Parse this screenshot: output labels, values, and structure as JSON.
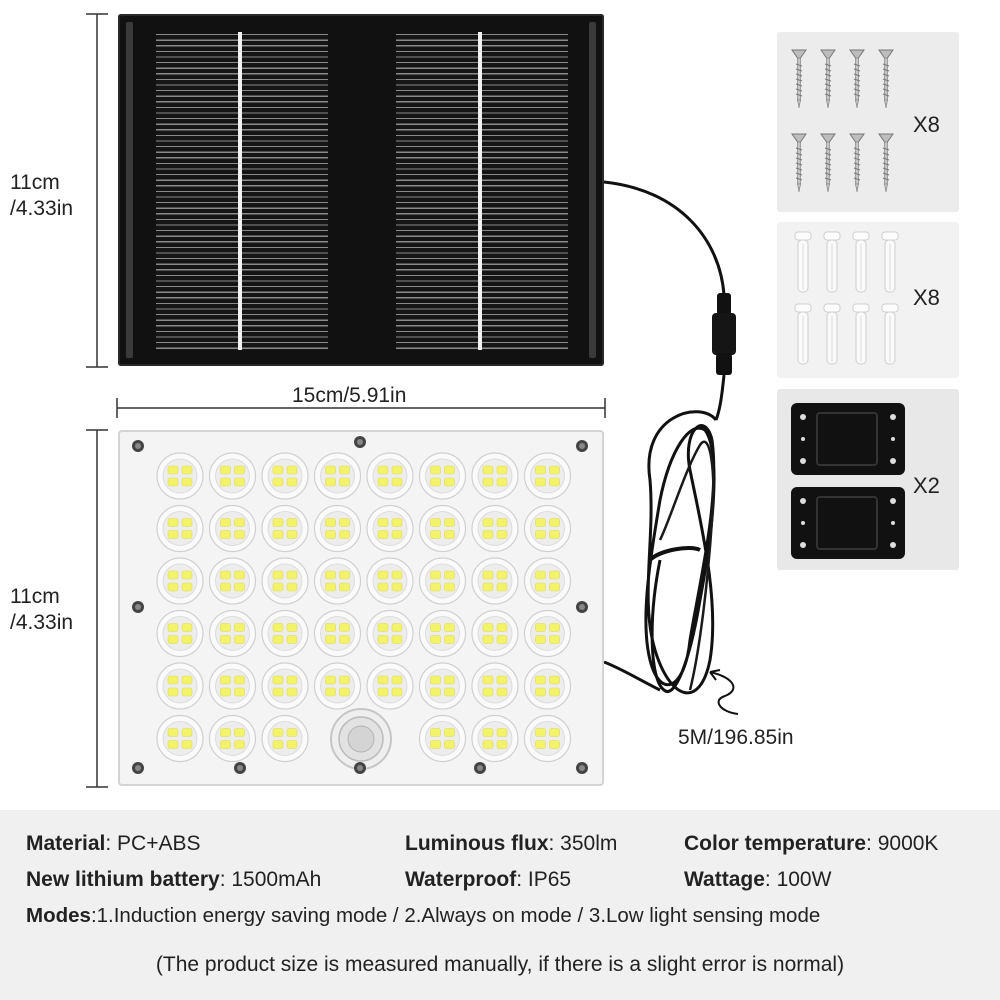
{
  "dimensions": {
    "panel_height": [
      "11cm",
      "/4.33in"
    ],
    "width": "15cm/5.91in",
    "light_height": [
      "11cm",
      "/4.33in"
    ],
    "cable_length": "5M/196.85in"
  },
  "accessories": [
    {
      "name": "screws",
      "quantity": "X8"
    },
    {
      "name": "wall-plugs",
      "quantity": "X8"
    },
    {
      "name": "mounting-brackets",
      "quantity": "X2"
    }
  ],
  "specs": {
    "material": {
      "label": "Material",
      "value": ": PC+ABS"
    },
    "luminous_flux": {
      "label": "Luminous flux",
      "value": ": 350lm"
    },
    "color_temperature": {
      "label": "Color temperature",
      "value": ": 9000K"
    },
    "battery": {
      "label": "New lithium battery",
      "value": ": 1500mAh"
    },
    "waterproof": {
      "label": "Waterproof",
      "value": ": IP65"
    },
    "wattage": {
      "label": "Wattage",
      "value": ": 100W"
    },
    "modes": {
      "label": "Modes",
      "value": ":1.Induction energy saving mode / 2.Always on mode / 3.Low light sensing mode"
    }
  },
  "note": "(The product size is measured manually, if there is a slight error is normal)",
  "colors": {
    "panel": "#111111",
    "spec_band": "#f0f0f0",
    "led": "#f3f36a"
  }
}
